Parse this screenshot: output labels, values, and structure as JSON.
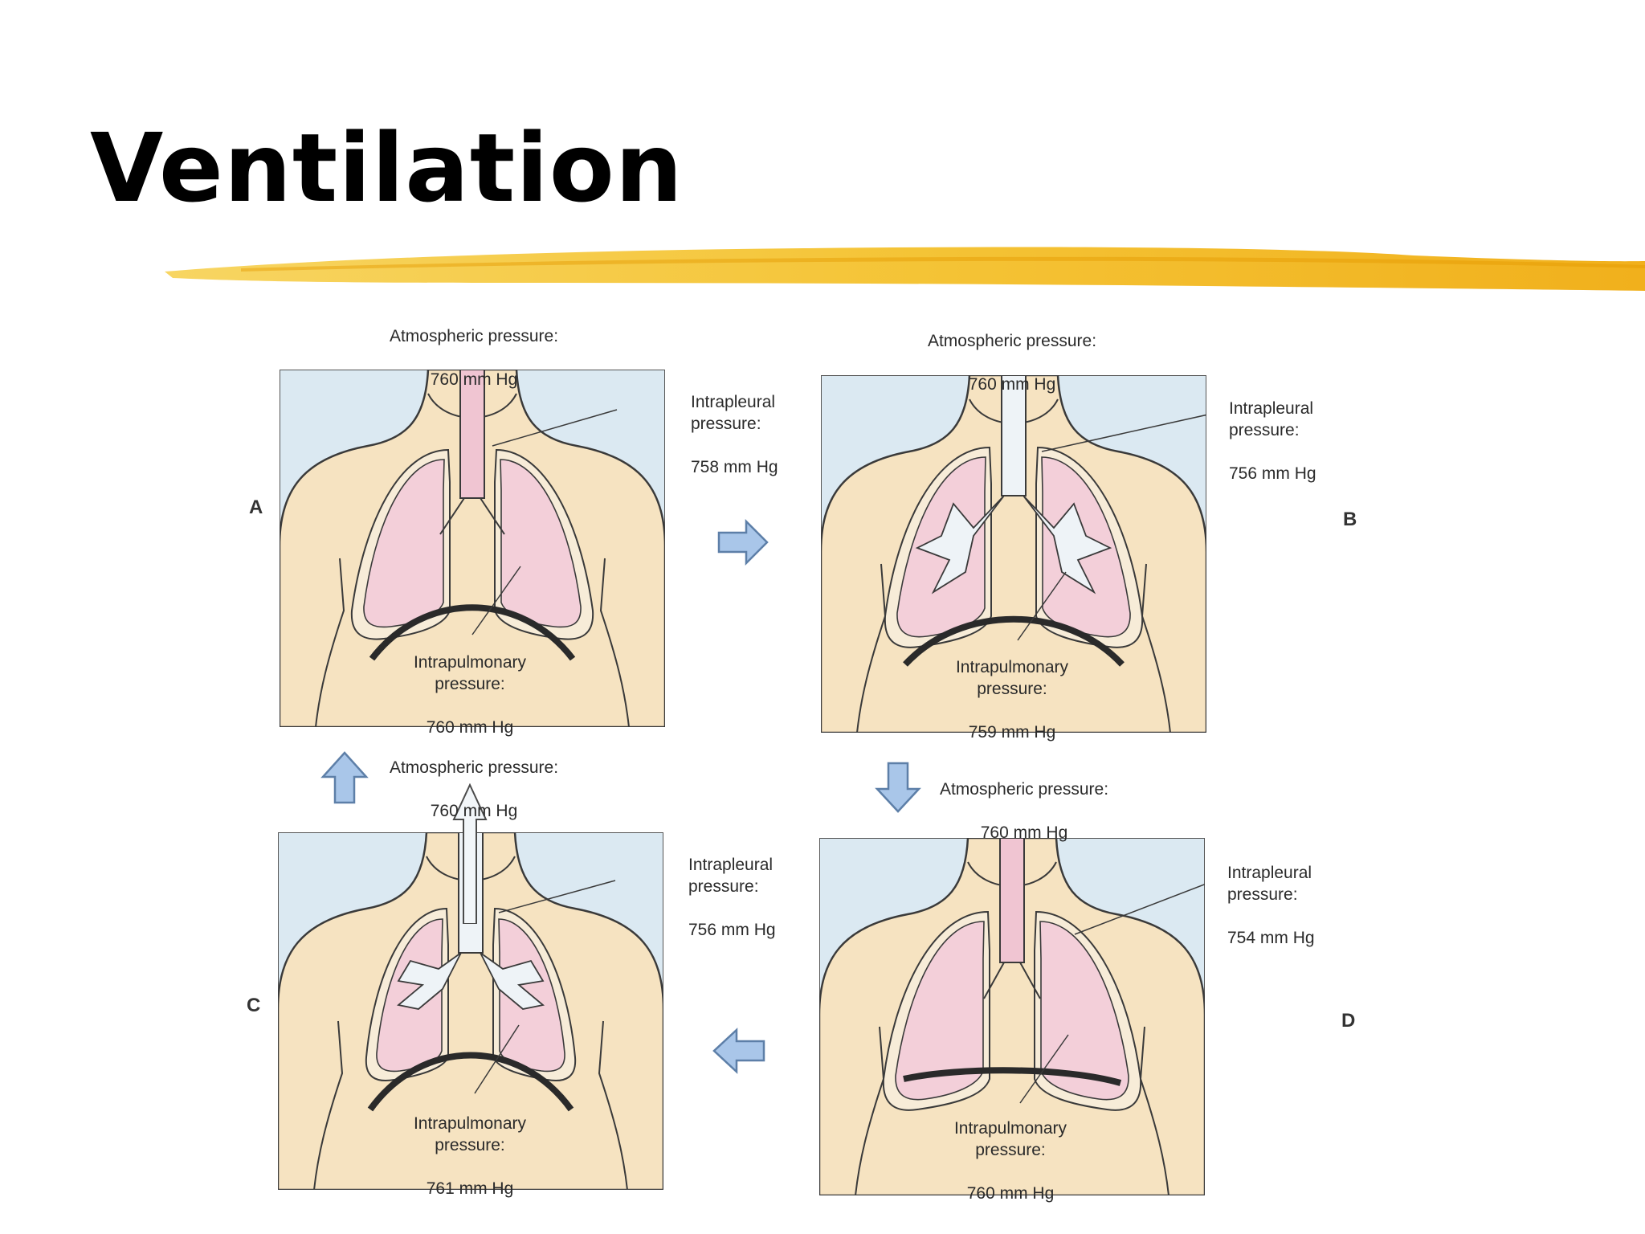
{
  "title": "Ventilation",
  "colors": {
    "accent_rule": "#f2b51c",
    "sky": "#dbe9f2",
    "body": "#f6e3c1",
    "lung": "#f3cfd9",
    "airway": "#eef3f7",
    "trachea_filled": "#f0c5d2",
    "arrow_fill": "#a9c6e9",
    "arrow_stroke": "#5d7fa8",
    "outline": "#3a3a3a"
  },
  "panels": [
    {
      "letter": "A",
      "atmospheric_label": "Atmospheric pressure:",
      "atmospheric_value": "760 mm Hg",
      "intrapleural_label": "Intrapleural\npressure:",
      "intrapleural_value": "758 mm Hg",
      "intrapulmonary_label": "Intrapulmonary\npressure:",
      "intrapulmonary_value": "760 mm Hg"
    },
    {
      "letter": "B",
      "atmospheric_label": "Atmospheric pressure:",
      "atmospheric_value": "760 mm Hg",
      "intrapleural_label": "Intrapleural\npressure:",
      "intrapleural_value": "756 mm Hg",
      "intrapulmonary_label": "Intrapulmonary\npressure:",
      "intrapulmonary_value": "759 mm Hg"
    },
    {
      "letter": "C",
      "atmospheric_label": "Atmospheric pressure:",
      "atmospheric_value": "760 mm Hg",
      "intrapleural_label": "Intrapleural\npressure:",
      "intrapleural_value": "756 mm Hg",
      "intrapulmonary_label": "Intrapulmonary\npressure:",
      "intrapulmonary_value": "761 mm Hg"
    },
    {
      "letter": "D",
      "atmospheric_label": "Atmospheric pressure:",
      "atmospheric_value": "760 mm Hg",
      "intrapleural_label": "Intrapleural\npressure:",
      "intrapleural_value": "754 mm Hg",
      "intrapulmonary_label": "Intrapulmonary\npressure:",
      "intrapulmonary_value": "760 mm Hg"
    }
  ],
  "flow_arrows": [
    {
      "from": "A",
      "to": "B",
      "direction": "right"
    },
    {
      "from": "B",
      "to": "D",
      "direction": "down"
    },
    {
      "from": "D",
      "to": "C",
      "direction": "left"
    },
    {
      "from": "C",
      "to": "A",
      "direction": "up"
    }
  ]
}
